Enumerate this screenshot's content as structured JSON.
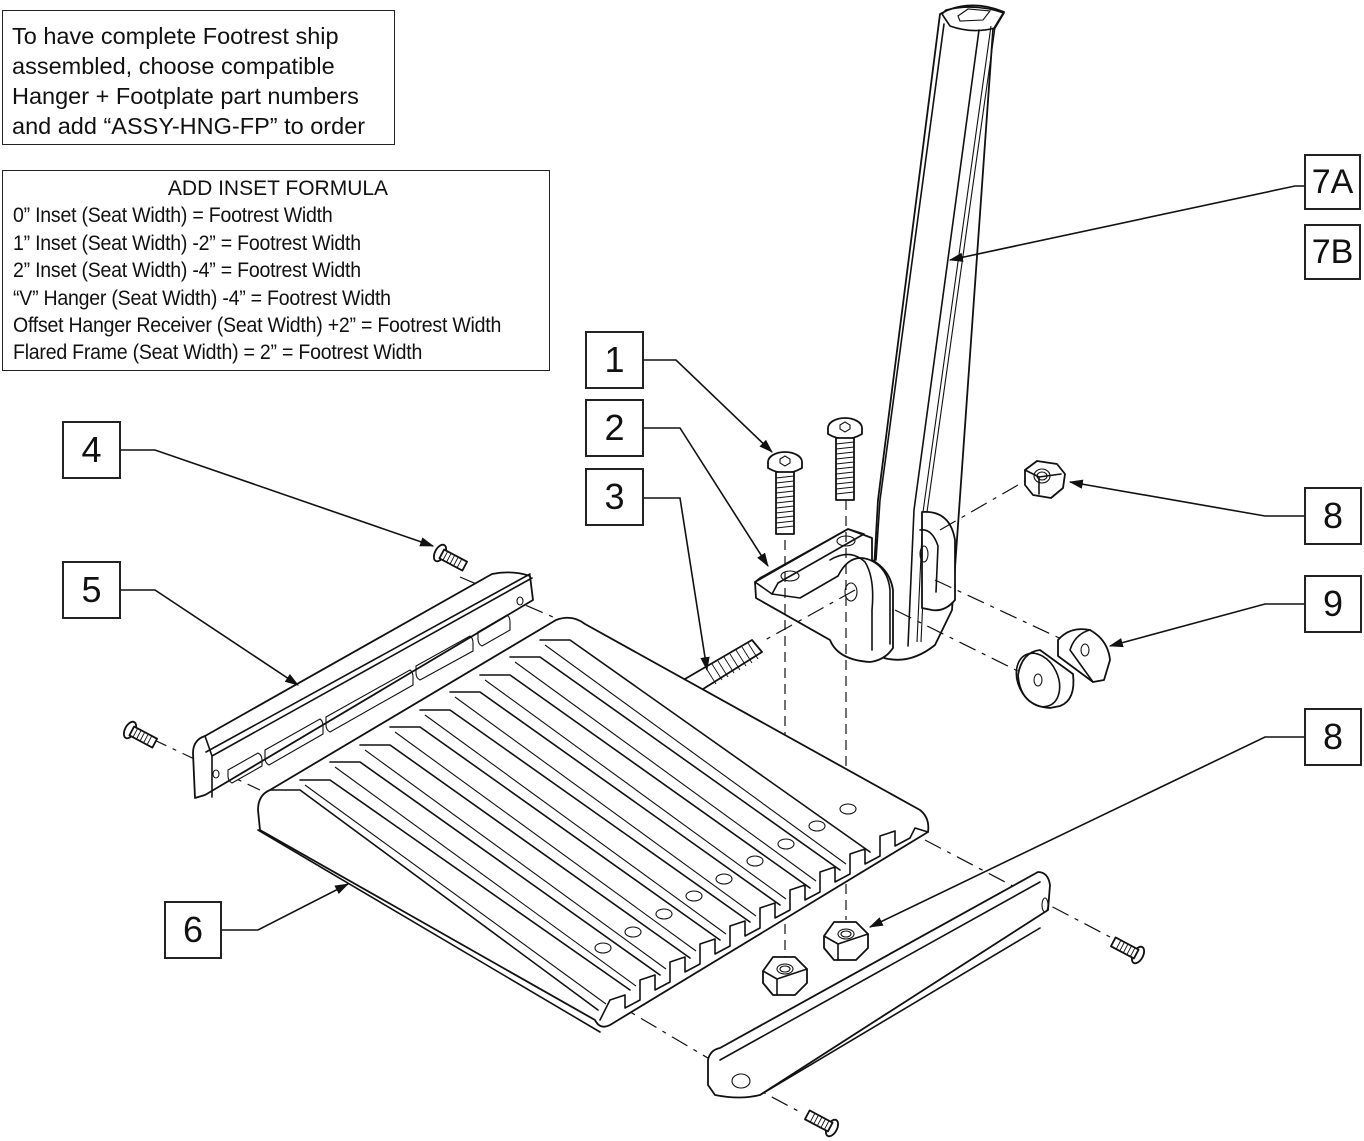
{
  "assembly_note": {
    "lines": [
      "To have complete Footrest ship",
      "assembled, choose compatible",
      "Hanger + Footplate part numbers",
      "and add “ASSY-HNG-FP” to order"
    ]
  },
  "inset_formula": {
    "title": "ADD INSET FORMULA",
    "rows": [
      "0” Inset (Seat Width) = Footrest Width",
      "1” Inset (Seat Width) -2” = Footrest Width",
      "2” Inset (Seat Width) -4” = Footrest Width",
      "“V” Hanger (Seat Width) -4” = Footrest Width",
      "Offset Hanger Receiver (Seat Width) +2” = Footrest Width",
      "Flared Frame (Seat Width) = 2” = Footrest Width"
    ]
  },
  "callouts": [
    {
      "id": "c7a",
      "label": "7A",
      "part": "hanger-tube"
    },
    {
      "id": "c7b",
      "label": "7B",
      "part": "hanger-tube-alt"
    },
    {
      "id": "c1",
      "label": "1",
      "part": "button-head-screw"
    },
    {
      "id": "c2",
      "label": "2",
      "part": "footplate-bracket"
    },
    {
      "id": "c3",
      "label": "3",
      "part": "pivot-bolt"
    },
    {
      "id": "c4",
      "label": "4",
      "part": "side-screw"
    },
    {
      "id": "c5",
      "label": "5",
      "part": "side-rail"
    },
    {
      "id": "c6",
      "label": "6",
      "part": "footplate"
    },
    {
      "id": "c8a",
      "label": "8",
      "part": "lock-nut-upper"
    },
    {
      "id": "c9",
      "label": "9",
      "part": "cam-spacer"
    },
    {
      "id": "c8b",
      "label": "8",
      "part": "lock-nut-lower"
    }
  ]
}
